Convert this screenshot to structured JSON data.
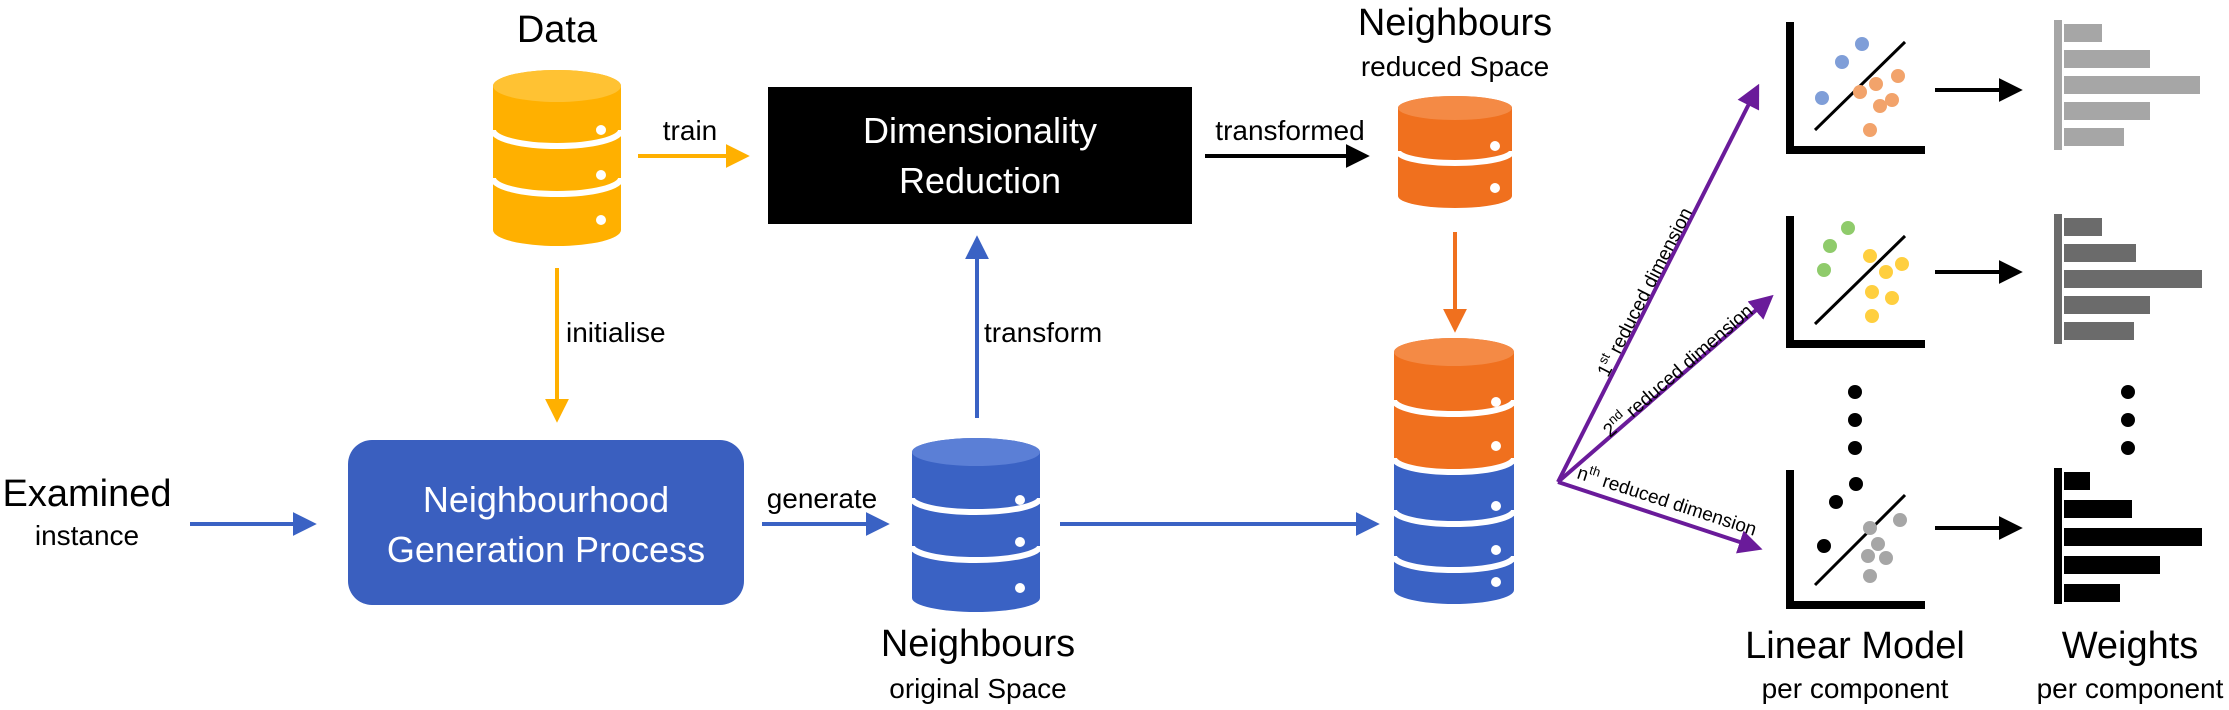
{
  "colors": {
    "orange_db": "#ffb000",
    "orange_db_border": "#e39c00",
    "dim_orange": "#f0701e",
    "blue": "#3a62c4",
    "purple": "#6a1b9a",
    "black_box": "#000000",
    "blue_box": "#3a5fbf",
    "gray_light": "#a6a6a6",
    "gray_mid": "#6b6b6b",
    "dot_blue": "#7f9ed8",
    "dot_orange": "#f2a36b",
    "dot_green": "#8fcb6b",
    "dot_yellow": "#ffcf3f",
    "dot_gray": "#a6a6a6"
  },
  "labels": {
    "data": "Data",
    "train": "train",
    "initialise": "initialise",
    "dimensionality_reduction": [
      "Dimensionality",
      "Reduction"
    ],
    "transformed": "transformed",
    "neighbours_reduced_title": "Neighbours",
    "neighbours_reduced_sub": "reduced Space",
    "transform": "transform",
    "examined_title": "Examined",
    "examined_sub": "instance",
    "neighbourhood_generation": [
      "Neighbourhood",
      "Generation Process"
    ],
    "generate": "generate",
    "neighbours_original_title": "Neighbours",
    "neighbours_original_sub": "original Space",
    "dim1_sup": "st",
    "dim1_num": "1",
    "dim2_sup": "nd",
    "dim2_num": "2",
    "dimn_sup": "th",
    "dimn_num": "n",
    "reduced_dimension": " reduced dimension",
    "linear_model_title": "Linear Model",
    "linear_model_sub": "per component",
    "weights_title": "Weights",
    "weights_sub": "per component"
  },
  "icons": [
    "database-icon",
    "scatter-plot-icon",
    "bar-chart-icon",
    "vertical-ellipsis-icon"
  ]
}
